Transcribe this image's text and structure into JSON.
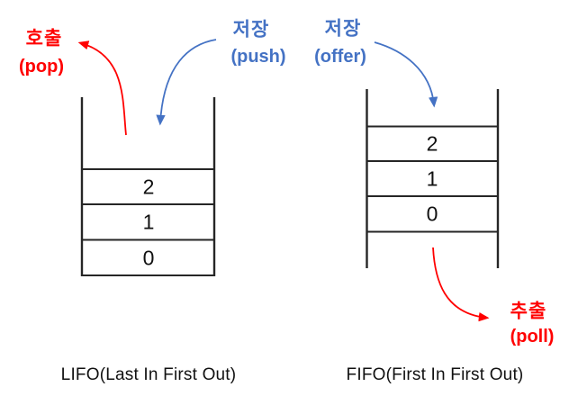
{
  "diagram": {
    "stack": {
      "pop_label_ko": "호출",
      "pop_label_en": "(pop)",
      "push_label_ko": "저장",
      "push_label_en": "(push)",
      "items": [
        "2",
        "1",
        "0"
      ],
      "title": "LIFO(Last In First Out)"
    },
    "queue": {
      "offer_label_ko": "저장",
      "offer_label_en": "(offer)",
      "poll_label_ko": "추출",
      "poll_label_en": "(poll)",
      "items": [
        "2",
        "1",
        "0"
      ],
      "title": "FIFO(First In First Out)"
    },
    "colors": {
      "red": "#ff0000",
      "blue": "#4472c4",
      "line": "#262626",
      "background": "#ffffff"
    }
  }
}
